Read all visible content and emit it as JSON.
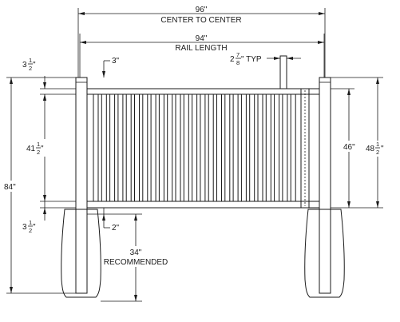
{
  "labels": {
    "center_value": "96\"",
    "center_caption": "CENTER TO CENTER",
    "rail_value": "94\"",
    "rail_caption": "RAIL LENGTH",
    "picket_top": "3\"",
    "picket_typ_whole": "2",
    "picket_typ_num": "7",
    "picket_typ_den": "8",
    "picket_typ_suffix": "\" TYP",
    "top_rail_whole": "3",
    "top_rail_num": "1",
    "top_rail_den": "2",
    "top_rail_suffix": "\"",
    "span_whole": "41",
    "span_num": "1",
    "span_den": "2",
    "span_suffix": "\"",
    "bottom_rail_whole": "3",
    "bottom_rail_num": "1",
    "bottom_rail_den": "2",
    "bottom_rail_suffix": "\"",
    "overall_height": "84\"",
    "bottom_gap": "2\"",
    "post_bury_value": "34\"",
    "post_bury_caption": "RECOMMENDED",
    "panel_height": "46\"",
    "post_height_whole": "48",
    "post_height_num": "1",
    "post_height_den": "2",
    "post_height_suffix": "\""
  }
}
